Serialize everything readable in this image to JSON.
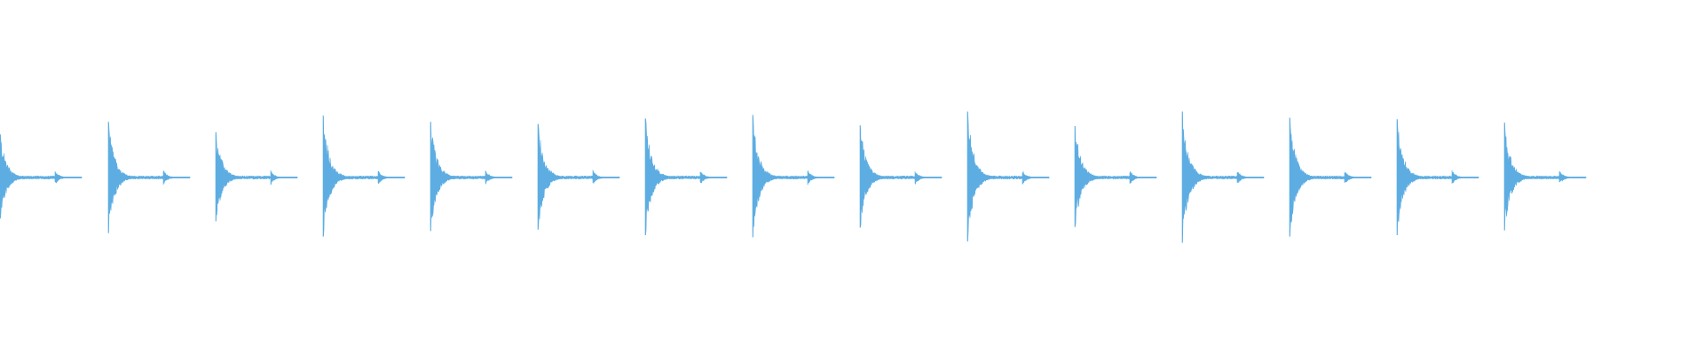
{
  "waveform": {
    "color": "#5dade2",
    "background": "#ffffff",
    "hit_count": 15,
    "hit_amplitudes": [
      {
        "up": 0.62,
        "down": 0.59
      },
      {
        "up": 0.8,
        "down": 0.8
      },
      {
        "up": 0.65,
        "down": 0.63
      },
      {
        "up": 0.89,
        "down": 0.85
      },
      {
        "up": 0.8,
        "down": 0.77
      },
      {
        "up": 0.77,
        "down": 0.75
      },
      {
        "up": 0.85,
        "down": 0.83
      },
      {
        "up": 0.9,
        "down": 0.86
      },
      {
        "up": 0.75,
        "down": 0.72
      },
      {
        "up": 0.95,
        "down": 0.92
      },
      {
        "up": 0.74,
        "down": 0.71
      },
      {
        "up": 0.95,
        "down": 0.94
      },
      {
        "up": 0.86,
        "down": 0.85
      },
      {
        "up": 0.84,
        "down": 0.83
      },
      {
        "up": 0.79,
        "down": 0.76
      }
    ],
    "echo_level": 0.1
  }
}
